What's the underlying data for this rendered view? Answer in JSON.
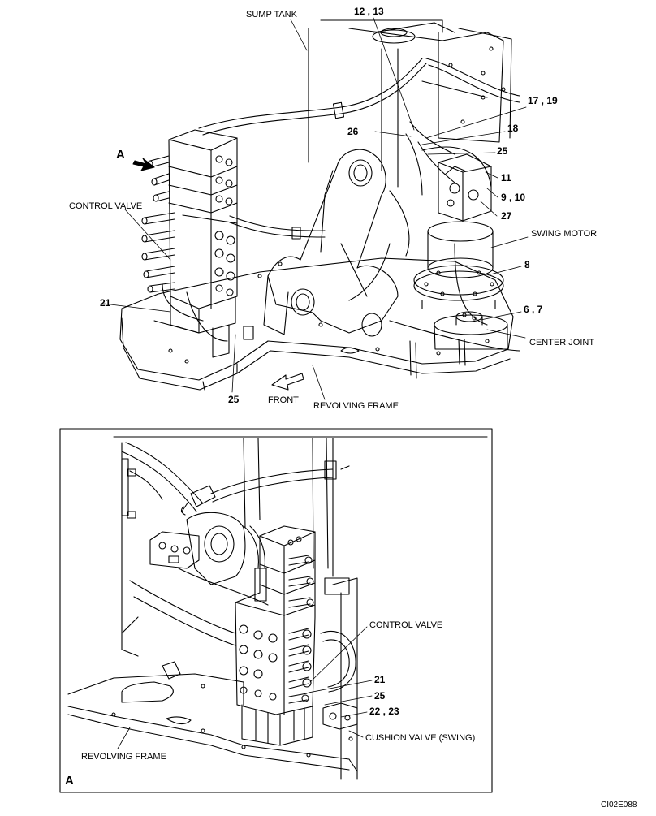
{
  "top_view": {
    "sump_tank": "SUMP TANK",
    "control_valve": "CONTROL VALVE",
    "swing_motor": "SWING MOTOR",
    "center_joint": "CENTER JOINT",
    "revolving_frame": "REVOLVING FRAME",
    "front": "FRONT",
    "view_marker": "A",
    "callouts": {
      "c12_13": "12 , 13",
      "c17_19": "17 , 19",
      "c18": "18",
      "c25a": "25",
      "c26": "26",
      "c11": "11",
      "c9_10": "9 , 10",
      "c27": "27",
      "c8": "8",
      "c6_7": "6 , 7",
      "c21": "21",
      "c25b": "25"
    }
  },
  "detail_view": {
    "view_label": "A",
    "control_valve": "CONTROL VALVE",
    "revolving_frame": "REVOLVING FRAME",
    "cushion_valve": "CUSHION VALVE (SWING)",
    "callouts": {
      "c21": "21",
      "c25": "25",
      "c22_23": "22 , 23"
    }
  },
  "figure_code": "CI02E088"
}
